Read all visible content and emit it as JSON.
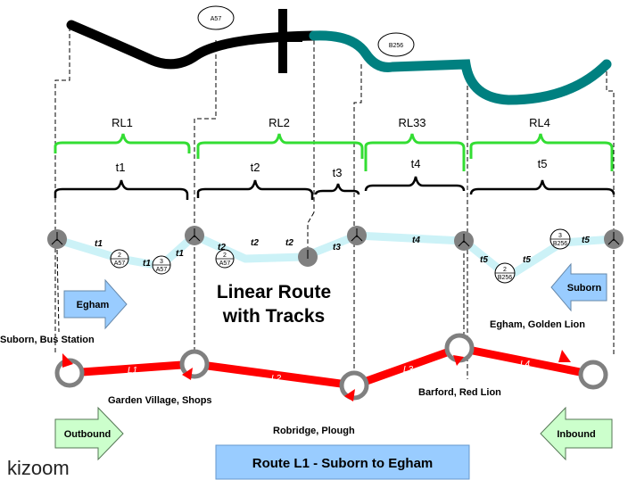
{
  "title_lines": [
    "Linear Route",
    "with Tracks"
  ],
  "route_caption": "Route L1 - Suborn to Egham",
  "logo": "kizoom",
  "road_labels": [
    "A57",
    "B256"
  ],
  "route_links": [
    {
      "label": "RL1"
    },
    {
      "label": "RL2"
    },
    {
      "label": "RL33"
    },
    {
      "label": "RL4"
    }
  ],
  "tracks": [
    {
      "label": "t1"
    },
    {
      "label": "t2"
    },
    {
      "label": "t3"
    },
    {
      "label": "t4"
    },
    {
      "label": "t5"
    }
  ],
  "track_markers": [
    "t1",
    "t1",
    "t1",
    "t2",
    "t2",
    "t2",
    "t3",
    "t4",
    "t5",
    "t5",
    "t5"
  ],
  "junction_markers": [
    {
      "top": "2",
      "bottom": "A57"
    },
    {
      "top": "3",
      "bottom": "A57"
    },
    {
      "top": "2",
      "bottom": "A57"
    },
    {
      "top": "2",
      "bottom": "B256"
    },
    {
      "top": "3",
      "bottom": "B256"
    }
  ],
  "link_labels": [
    "L1",
    "L2",
    "L3",
    "L4"
  ],
  "stops": [
    "Suborn, Bus Station",
    "Garden Village, Shops",
    "Robridge, Plough",
    "Barford, Red Lion",
    "Egham, Golden Lion"
  ],
  "direction_arrows": {
    "egham": "Egham",
    "suborn": "Suborn",
    "outbound": "Outbound",
    "inbound": "Inbound"
  },
  "colors": {
    "road_a57": "#000000",
    "road_b256": "#008080",
    "route_link_brace": "#33dd33",
    "track_brace": "#000000",
    "track_path": "#ccf2f7",
    "route_link": "#ff0000",
    "stop_ring": "#808080",
    "arrow_blue": "#99ccff",
    "arrow_green": "#ccffcc",
    "caption_bg": "#99ccff"
  }
}
